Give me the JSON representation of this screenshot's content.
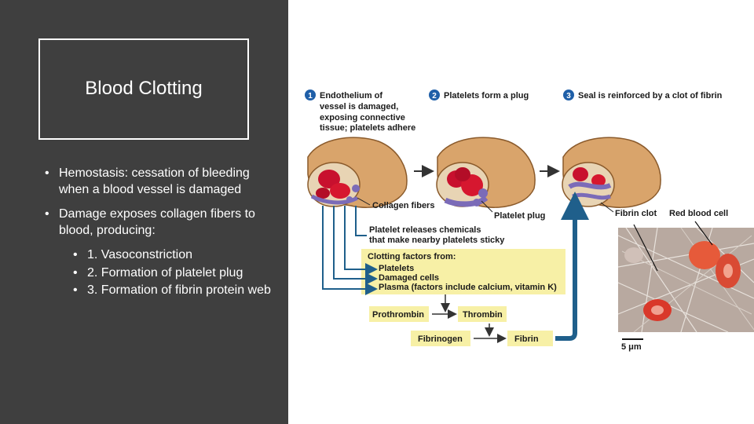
{
  "slide": {
    "title": "Blood Clotting",
    "bullets": [
      {
        "text": "Hemostasis: cessation of bleeding when a blood vessel is damaged",
        "subitems": []
      },
      {
        "text": "Damage exposes collagen fibers to blood, producing:",
        "subitems": [
          "1. Vasoconstriction",
          "2. Formation of platelet plug",
          "3. Formation of fibrin protein web"
        ]
      }
    ],
    "bullet_glyph": "•"
  },
  "diagram": {
    "steps": [
      {
        "num": "1",
        "lines": [
          "Endothelium of",
          "vessel is damaged,",
          "exposing connective",
          "tissue; platelets adhere"
        ]
      },
      {
        "num": "2",
        "lines": [
          "Platelets form a plug"
        ]
      },
      {
        "num": "3",
        "lines": [
          "Seal is reinforced by a clot of fibrin"
        ]
      }
    ],
    "labels": {
      "collagen": "Collagen fibers",
      "platelet_plug": "Platelet plug",
      "fibrin_clot": "Fibrin clot",
      "red_blood_cell": "Red blood cell",
      "release_line1": "Platelet releases chemicals",
      "release_line2": "that make nearby platelets sticky",
      "factors_title": "Clotting factors from:",
      "factor_platelets": "Platelets",
      "factor_damaged": "Damaged cells",
      "factor_plasma": "Plasma (factors include calcium, vitamin K)",
      "prothrombin": "Prothrombin",
      "thrombin": "Thrombin",
      "fibrinogen": "Fibrinogen",
      "fibrin": "Fibrin",
      "scale": "5 μm"
    },
    "colors": {
      "step_badge": "#1f5fa8",
      "arrow_blue": "#1f5f8b",
      "highlight_box": "#f7f0a6",
      "vessel_tan": "#d9a46b",
      "vessel_inner": "#e8d4b4",
      "red_cell": "#c8102e",
      "platelet": "#7b6bb8"
    }
  }
}
